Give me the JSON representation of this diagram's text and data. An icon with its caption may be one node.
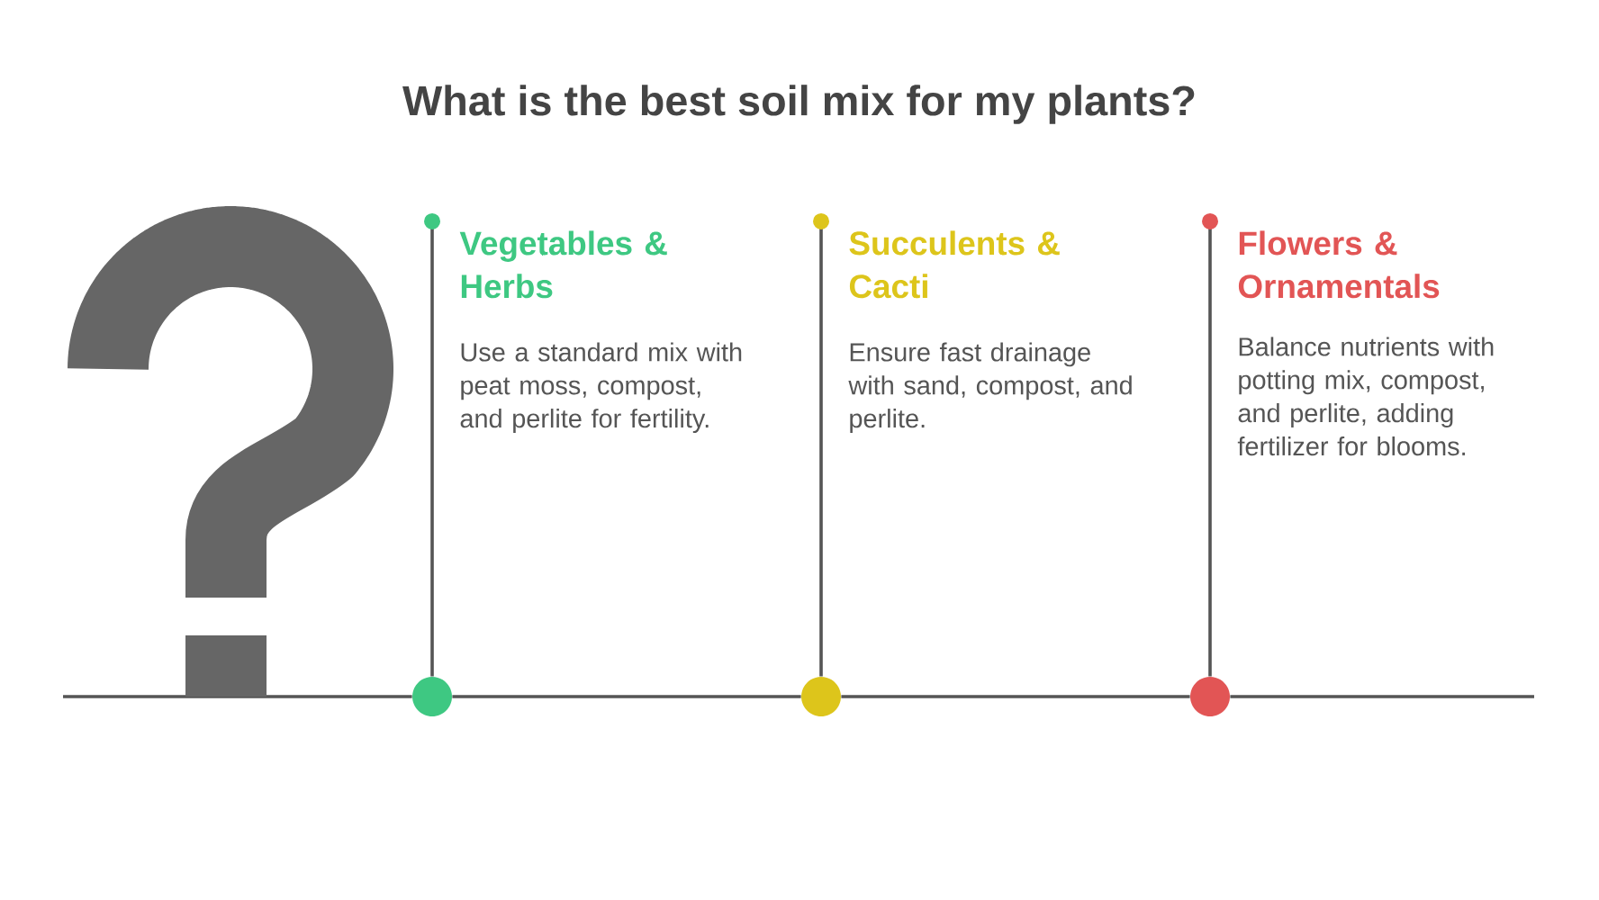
{
  "diagram": {
    "title": "What is the best soil mix for my plants?",
    "nodes": [
      {
        "text": [
          "Vegetables & Herbs",
          "Use a standard mix with peat moss, compost, and perlite for fertility."
        ]
      },
      {
        "text": [
          "Succulents & Cacti",
          "Ensure fast drainage with sand, compost, and perlite."
        ]
      },
      {
        "text": [
          "Flowers & Ornamentals",
          "Balance nutrients with potting mix, compost, and perlite, adding fertilizer for blooms."
        ]
      },
      {
        "text": [],
        "shape": "circle"
      },
      {
        "text": [],
        "shape": "circle"
      },
      {
        "text": [],
        "shape": "circle"
      }
    ],
    "edges": [
      {
        "from": null,
        "to": 3,
        "arrow": "none"
      },
      {
        "from": 3,
        "to": 4,
        "arrow": "none"
      },
      {
        "from": 4,
        "to": 5,
        "arrow": "none"
      },
      {
        "from": 5,
        "to": null,
        "arrow": "none"
      },
      {
        "from": 3,
        "to": 0,
        "arrow": "other"
      },
      {
        "from": 4,
        "to": 1,
        "arrow": "other"
      },
      {
        "from": 5,
        "to": 2,
        "arrow": "other"
      }
    ]
  }
}
